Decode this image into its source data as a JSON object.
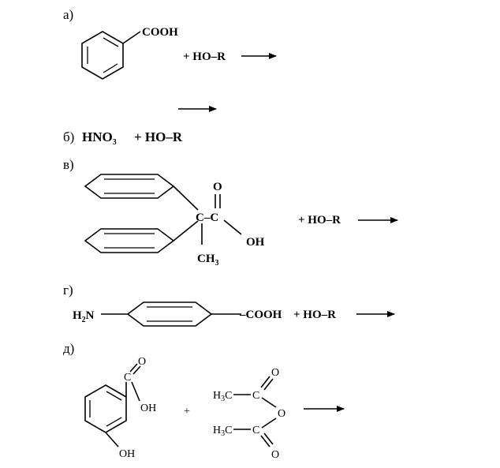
{
  "reactions": {
    "a": {
      "label": "а)",
      "group": "COOH",
      "reagent": "+ HO–R"
    },
    "b": {
      "label": "б)",
      "acid_main": "HNO",
      "acid_sub": "3",
      "reagent": "+ HO–R"
    },
    "v": {
      "label": "в)",
      "o_atom": "O",
      "cc": "C–C",
      "oh": "OH",
      "ch": "CH",
      "ch_sub": "3",
      "reagent": "+ HO–R"
    },
    "g": {
      "label": "г)",
      "amine_h": "H",
      "amine_sub": "2",
      "amine_n": "N",
      "group": "–COOH",
      "reagent": "+ HO–R"
    },
    "d": {
      "label": "д)",
      "o_top": "O",
      "c_top": "C",
      "oh_acid": "OH",
      "oh_phenol": "OH",
      "plus": "+",
      "h_top": "H",
      "h_top_sub": "3",
      "c_top_methyl": "C",
      "c_anh_top": "C",
      "o_anh_top": "O",
      "o_bridge": "O",
      "h_bot": "H",
      "h_bot_sub": "3",
      "c_bot_methyl": "C",
      "c_anh_bot": "C",
      "o_anh_bot": "O"
    }
  }
}
